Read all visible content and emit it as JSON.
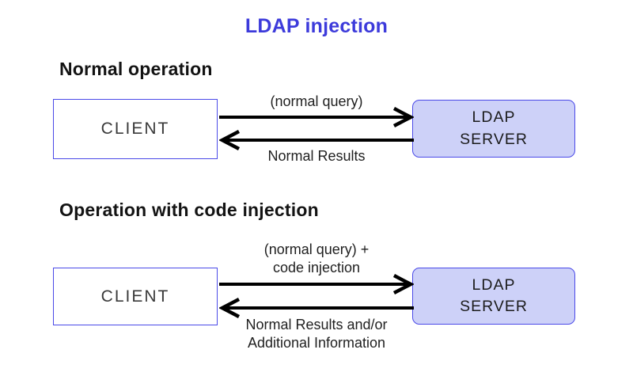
{
  "title": "LDAP injection",
  "colors": {
    "accent": "#3d3bdb",
    "box_border": "#4a49e8",
    "server_fill": "#cdd1f8",
    "arrow": "#000000",
    "text": "#1f1f1f"
  },
  "sections": [
    {
      "heading": "Normal operation",
      "client_label": "CLIENT",
      "server_label": "LDAP\nSERVER",
      "request_label": "(normal query)",
      "response_label": "Normal Results"
    },
    {
      "heading": "Operation with code injection",
      "client_label": "CLIENT",
      "server_label": "LDAP\nSERVER",
      "request_label": "(normal query) +\ncode injection",
      "response_label": "Normal Results and/or\nAdditional Information"
    }
  ]
}
